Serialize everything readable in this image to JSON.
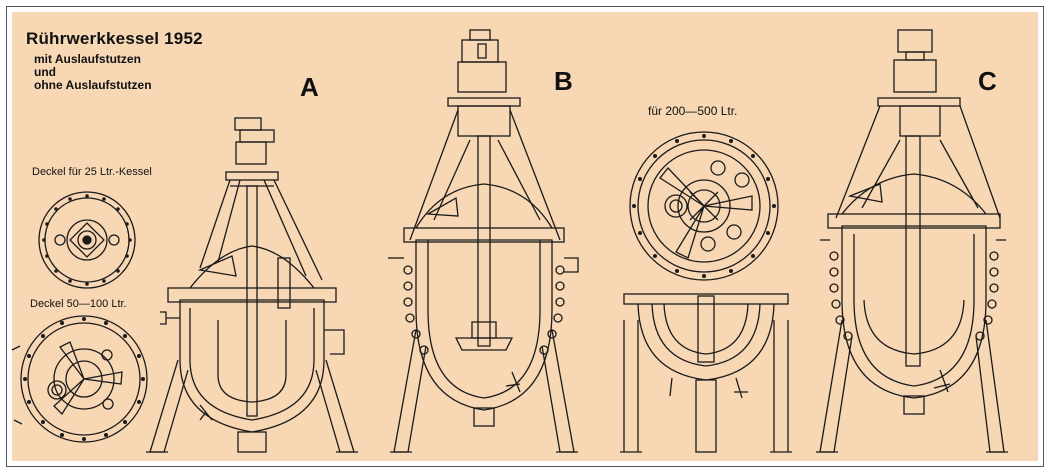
{
  "title": "Rührwerkkessel 1952",
  "subtitle_lines": [
    "mit Auslaufstutzen",
    "und",
    "ohne Auslaufstutzen"
  ],
  "labels": {
    "A": "A",
    "B": "B",
    "C": "C"
  },
  "lid_25": "Deckel für 25 Ltr.-Kessel",
  "lid_50_100": "Deckel 50—100 Ltr.",
  "lid_200_500": "für 200—500 Ltr.",
  "colors": {
    "paper": "#f7d7b4",
    "ink": "#1a1a1a",
    "hatch": "#f4d0ae"
  }
}
